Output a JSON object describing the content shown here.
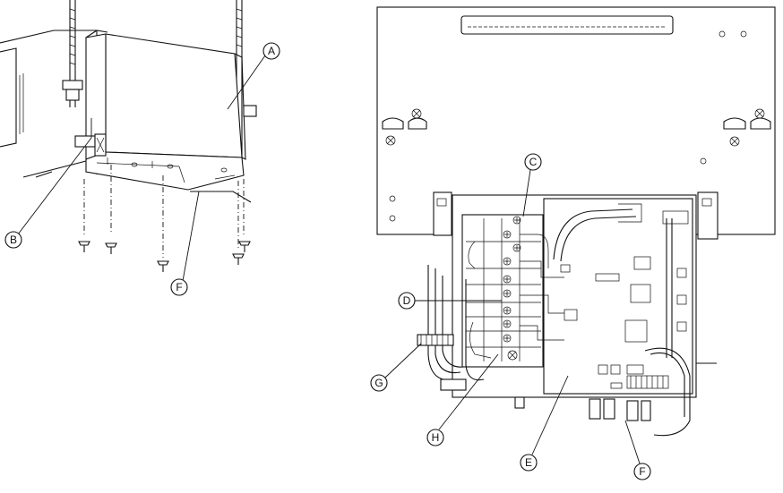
{
  "labels": {
    "A": "A",
    "B": "B",
    "C": "C",
    "D": "D",
    "E": "E",
    "F": "F",
    "G": "G",
    "H": "H"
  }
}
